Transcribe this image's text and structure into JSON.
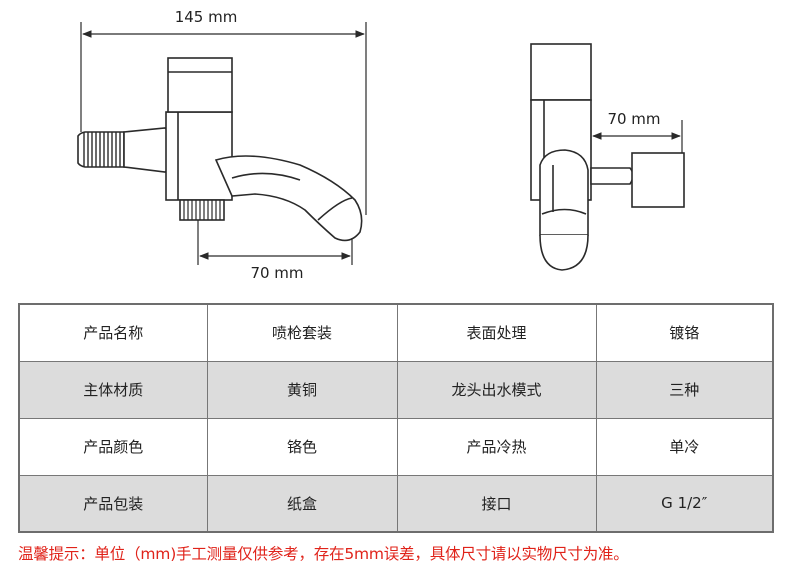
{
  "dimensions": {
    "total_length": "145 mm",
    "spout_reach_front": "70 mm",
    "spout_reach_side": "70 mm"
  },
  "specs": [
    [
      "产品名称",
      "喷枪套装",
      "表面处理",
      "镀铬"
    ],
    [
      "主体材质",
      "黄铜",
      "龙头出水模式",
      "三种"
    ],
    [
      "产品颜色",
      "铬色",
      "产品冷热",
      "单冷"
    ],
    [
      "产品包装",
      "纸盒",
      "接口",
      "G 1/2″"
    ]
  ],
  "notice": "温馨提示：单位（mm)手工测量仅供参考，存在5mm误差，具体尺寸请以实物尺寸为准。",
  "colors": {
    "line": "#2a2a2a",
    "shaded_row": "#dcdcdc",
    "notice": "#e0231a"
  }
}
